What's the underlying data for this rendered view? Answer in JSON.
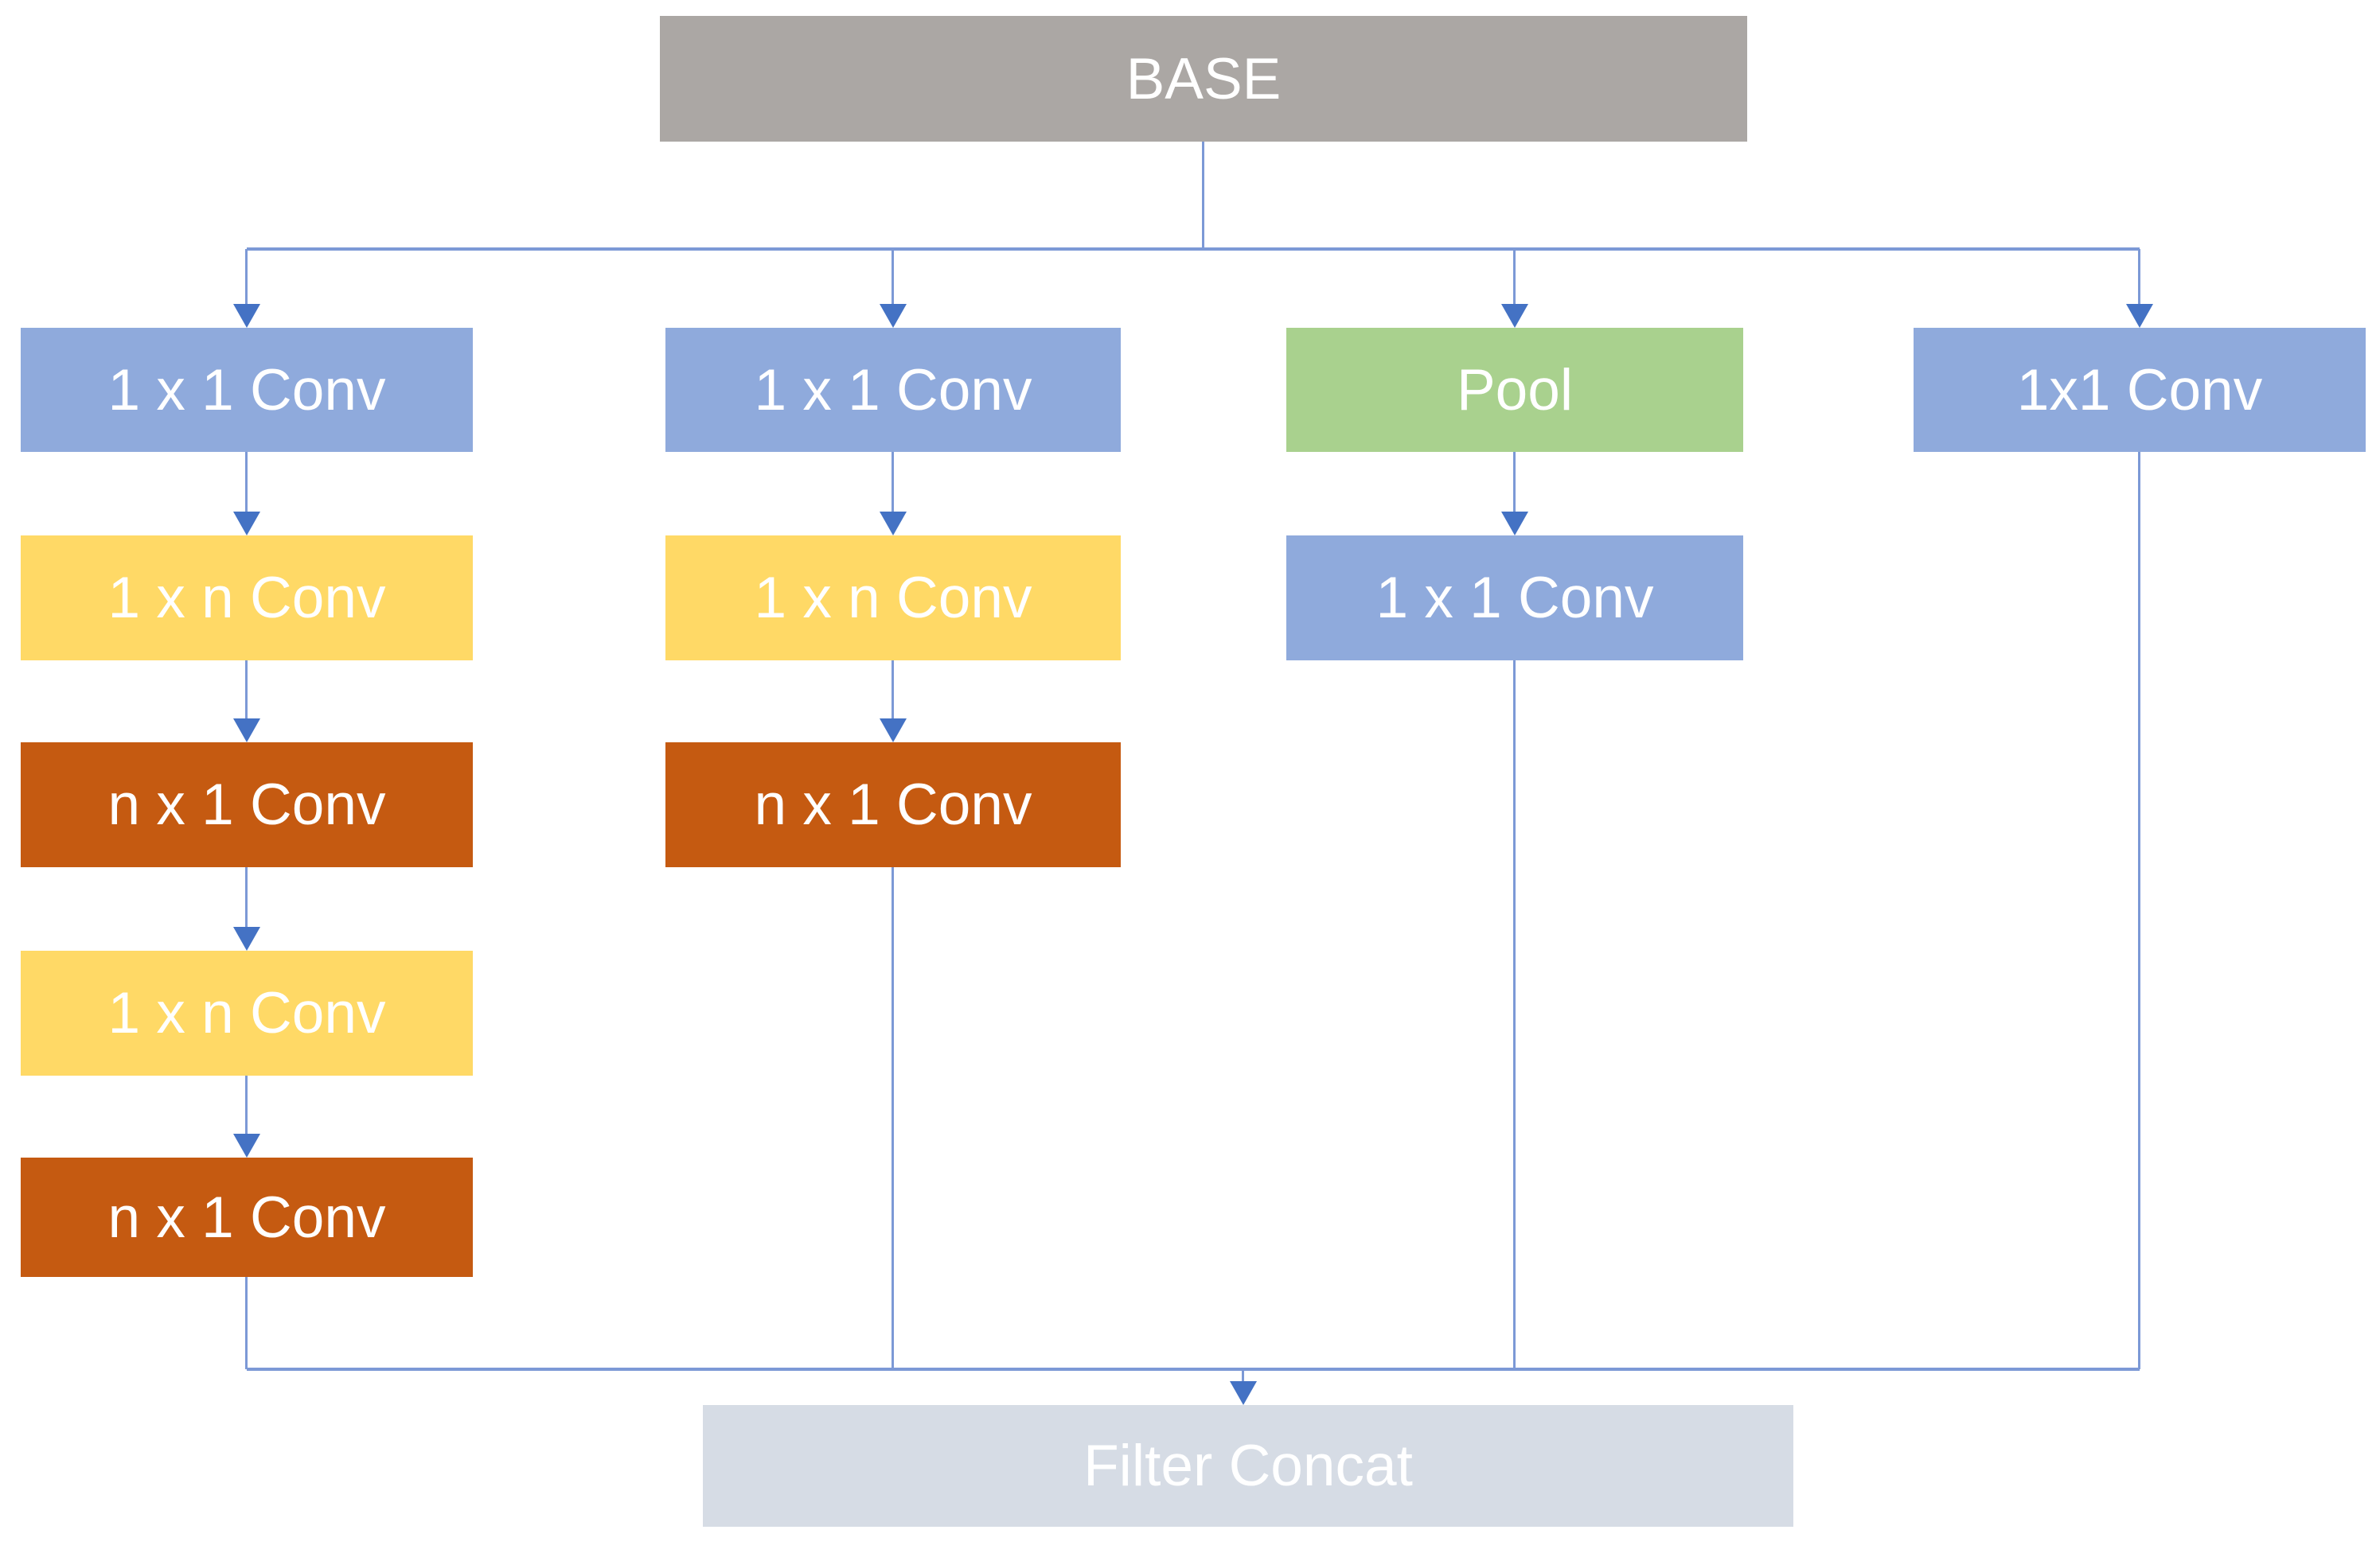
{
  "diagram": {
    "base": {
      "label": "BASE",
      "color": "#ABA7A4"
    },
    "branches": [
      {
        "id": "branch-1",
        "boxes": [
          {
            "label": "1 x 1 Conv",
            "color": "#8FAADC"
          },
          {
            "label": "1 x n Conv",
            "color": "#FFD966"
          },
          {
            "label": "n x 1 Conv",
            "color": "#C55A11"
          },
          {
            "label": "1 x n Conv",
            "color": "#FFD966"
          },
          {
            "label": "n x 1 Conv",
            "color": "#C55A11"
          }
        ]
      },
      {
        "id": "branch-2",
        "boxes": [
          {
            "label": "1 x 1 Conv",
            "color": "#8FAADC"
          },
          {
            "label": "1 x n Conv",
            "color": "#FFD966"
          },
          {
            "label": "n x 1 Conv",
            "color": "#C55A11"
          }
        ]
      },
      {
        "id": "branch-3",
        "boxes": [
          {
            "label": "Pool",
            "color": "#A9D18E"
          },
          {
            "label": "1 x 1 Conv",
            "color": "#8FAADC"
          }
        ]
      },
      {
        "id": "branch-4",
        "boxes": [
          {
            "label": "1x1 Conv",
            "color": "#8FAADC"
          }
        ]
      }
    ],
    "output": {
      "label": "Filter Concat",
      "color": "#D6DCE5"
    },
    "colors": {
      "connector_line": "#7C99D6",
      "arrowhead": "#4472C4",
      "box_text": "#FFFFFF",
      "background": "#FFFFFF"
    }
  }
}
